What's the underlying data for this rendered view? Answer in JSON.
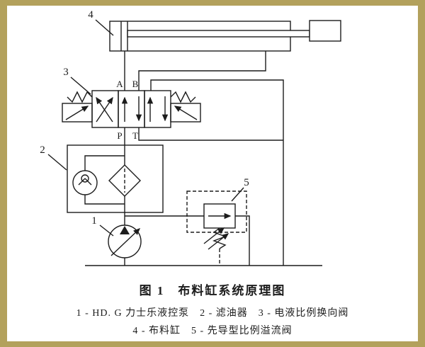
{
  "colors": {
    "frame": "#b3a15c",
    "panel": "#ffffff",
    "line": "#1c1c1c"
  },
  "labels": {
    "num1": "1",
    "num2": "2",
    "num3": "3",
    "num4": "4",
    "num5": "5",
    "portA": "A",
    "portB": "B",
    "portP": "P",
    "portT": "T"
  },
  "caption": "图 1　布料缸系统原理图",
  "legend": {
    "line1": "1 - HD. G 力士乐液控泵　2 - 滤油器　3 - 电液比例换向阀",
    "line2": "4 - 布料缸　5 - 先导型比例溢流阀"
  }
}
